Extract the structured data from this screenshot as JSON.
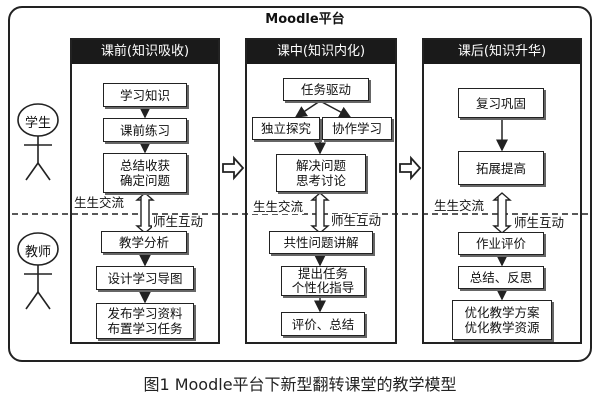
{
  "platform_title": "Moodle平台",
  "actors": {
    "student": "学生",
    "teacher": "教师"
  },
  "columns": [
    {
      "header": "课前(知识吸收)",
      "student_steps": [
        "学习知识",
        "课前练习",
        "总结收获\n确定问题"
      ],
      "teacher_steps": [
        "教学分析",
        "设计学习导图",
        "发布学习资料\n布置学习任务"
      ]
    },
    {
      "header": "课中(知识内化)",
      "student_steps": [
        "任务驱动",
        "独立探究",
        "协作学习",
        "解决问题\n思考讨论"
      ],
      "teacher_steps": [
        "共性问题讲解",
        "提出任务\n个性化指导",
        "评价、总结"
      ]
    },
    {
      "header": "课后(知识升华)",
      "student_steps": [
        "复习巩固",
        "拓展提高"
      ],
      "teacher_steps": [
        "作业评价",
        "总结、反思",
        "优化教学方案\n优化教学资源"
      ]
    }
  ],
  "interaction_labels": {
    "peer": "生生交流",
    "teacher_student": "师生互动"
  },
  "caption": "图1  Moodle平台下新型翻转课堂的教学模型"
}
